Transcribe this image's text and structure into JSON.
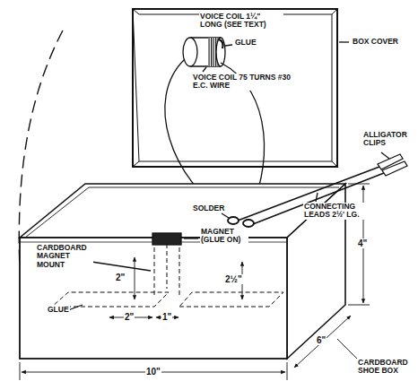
{
  "diagram": {
    "labels": [
      "VOICE COIL 1¼\" LONG (SEE TEXT)",
      "GLUE",
      "VOICE COIL 75 TURNS #30 E.C. WIRE",
      "BOX COVER",
      "ALLIGATOR CLIPS",
      "CONNECTING LEADS 2½' LG.",
      "SOLDER",
      "MAGNET (GLUE ON)",
      "4\"",
      "CARDBOARD MAGNET MOUNT",
      "2\"",
      "2½\"",
      "GLUE",
      "2\"",
      "1\"",
      "6\"",
      "10\"",
      "CARDBOARD SHOE BOX"
    ]
  }
}
